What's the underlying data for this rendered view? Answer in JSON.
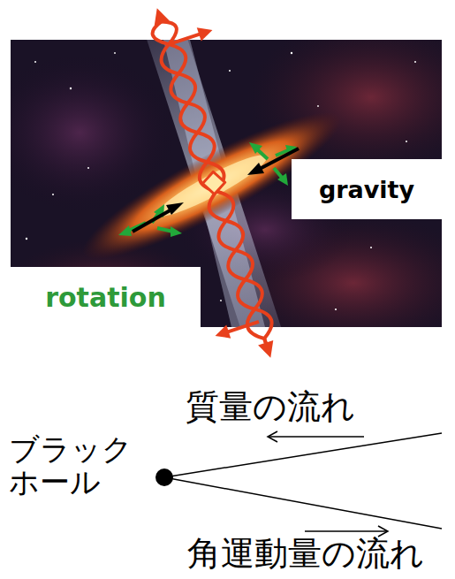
{
  "diagram": {
    "nodes": [
      {
        "text": [
          "gravity"
        ]
      },
      {
        "text": [
          "rotation"
        ]
      }
    ],
    "labels": [
      "ブラック ホール",
      "質量の流れ",
      "角運動量の流れ"
    ]
  }
}
